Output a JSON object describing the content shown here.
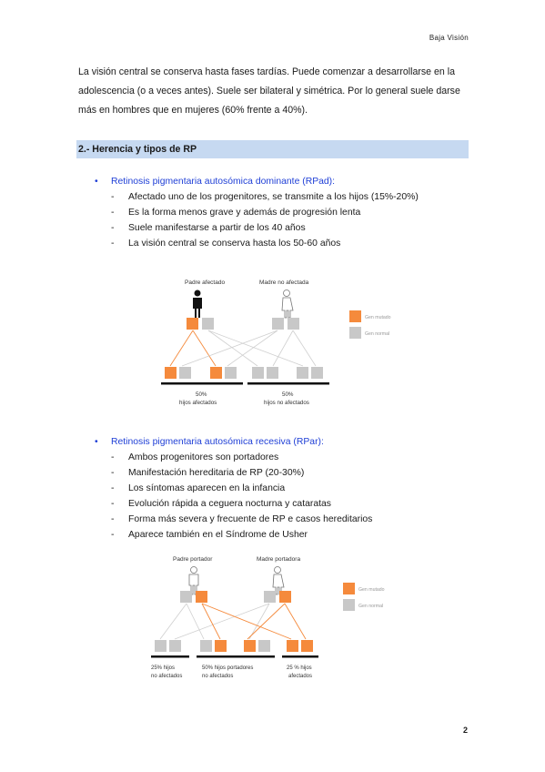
{
  "header": {
    "title": "Baja Visión"
  },
  "intro": {
    "text": "La visión central se conserva hasta fases tardías. Puede comenzar a desarrollarse en la adolescencia (o a veces antes). Suele ser bilateral y simétrica. Por lo general suele darse más en hombres que en mujeres (60% frente a 40%)."
  },
  "section": {
    "title": "2.- Herencia y tipos de RP"
  },
  "dominant": {
    "title": "Retinosis pigmentaria autosómica dominante (RPad):",
    "items": [
      "Afectado uno de los progenitores, se transmite a los hijos (15%-20%)",
      "Es la forma menos grave y además de progresión lenta",
      "Suele manifestarse a partir de los 40 años",
      "La visión central se conserva hasta los 50-60 años"
    ],
    "diagram": {
      "parent1": "Padre afectado",
      "parent2": "Madre no afectada",
      "legend_mutated": "Gen mutado",
      "legend_normal": "Gen normal",
      "group1_pct": "50%",
      "group1_label": "hijos afectados",
      "group2_pct": "50%",
      "group2_label": "hijos no afectados"
    }
  },
  "recessive": {
    "title": "Retinosis pigmentaria autosómica recesiva (RPar):",
    "items": [
      "Ambos progenitores son portadores",
      "Manifestación hereditaria de RP (20-30%)",
      "Los síntomas aparecen en la infancia",
      "Evolución rápida a ceguera nocturna y cataratas",
      "Forma más severa y frecuente de RP e casos hereditarios",
      "Aparece también en el Síndrome de Usher"
    ],
    "diagram": {
      "parent1": "Padre portador",
      "parent2": "Madre portadora",
      "legend_mutated": "Gen mutado",
      "legend_normal": "Gen normal",
      "group1_line1": "25% hijos",
      "group1_line2": "no afectados",
      "group2_line1": "50% hijos portadores",
      "group2_line2": "no afectados",
      "group3_line1": "25 % hijos",
      "group3_line2": "afectados"
    }
  },
  "colors": {
    "mutated": "#f58a3c",
    "normal": "#c8c8c8",
    "bullet": "#1f3fd6",
    "section_bg": "#c6d9f1"
  },
  "footer": {
    "page_number": "2"
  }
}
